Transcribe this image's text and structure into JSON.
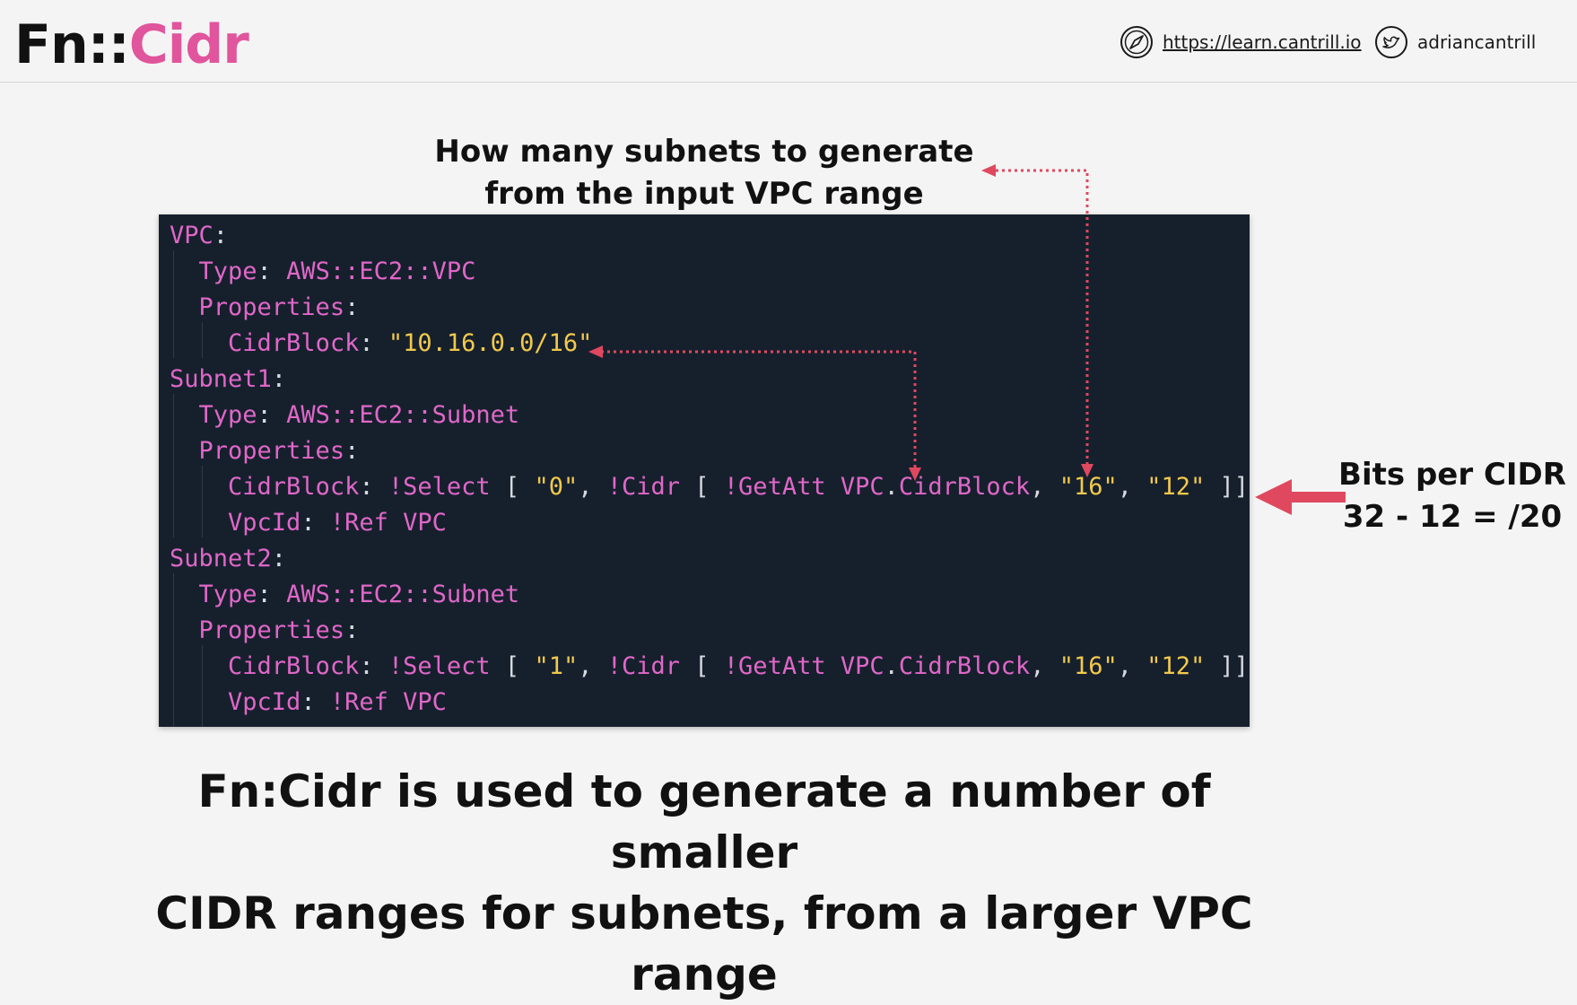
{
  "header": {
    "title_prefix": "Fn::",
    "title_suffix": "Cidr",
    "website_label": "https://learn.cantrill.io",
    "website_icon": "compass-icon",
    "twitter_label": "adriancantrill",
    "twitter_icon": "twitter-bird-icon"
  },
  "colors": {
    "accent": "#e0559c",
    "code_background": "#16202d",
    "code_keyword": "#e067c8",
    "code_string": "#f2c94c",
    "arrow": "#e0485f"
  },
  "callouts": {
    "subnet_count_line1": "How many subnets to generate",
    "subnet_count_line2": "from the input VPC range",
    "bits_line1": "Bits per CIDR",
    "bits_line2": "32 - 12 = /20"
  },
  "code": {
    "vpc_key": "VPC",
    "type_key": "Type",
    "properties_key": "Properties",
    "cidrblock_key": "CidrBlock",
    "vpcid_key": "VpcId",
    "vpc_type": "AWS::EC2::VPC",
    "vpc_cidr": "\"10.16.0.0/16\"",
    "subnet1_key": "Subnet1",
    "subnet2_key": "Subnet2",
    "subnet_type": "AWS::EC2::Subnet",
    "select_tag": "!Select",
    "cidr_tag": "!Cidr",
    "getatt_expr": "!GetAtt VPC",
    "cidrblock_attr": "CidrBlock",
    "ref_expr": "!Ref VPC",
    "index0": "\"0\"",
    "index1": "\"1\"",
    "count": "\"16\"",
    "bits": "\"12\""
  },
  "footer": {
    "line1": "Fn:Cidr is used to generate a number of smaller",
    "line2": "CIDR ranges for subnets, from a larger VPC range"
  }
}
